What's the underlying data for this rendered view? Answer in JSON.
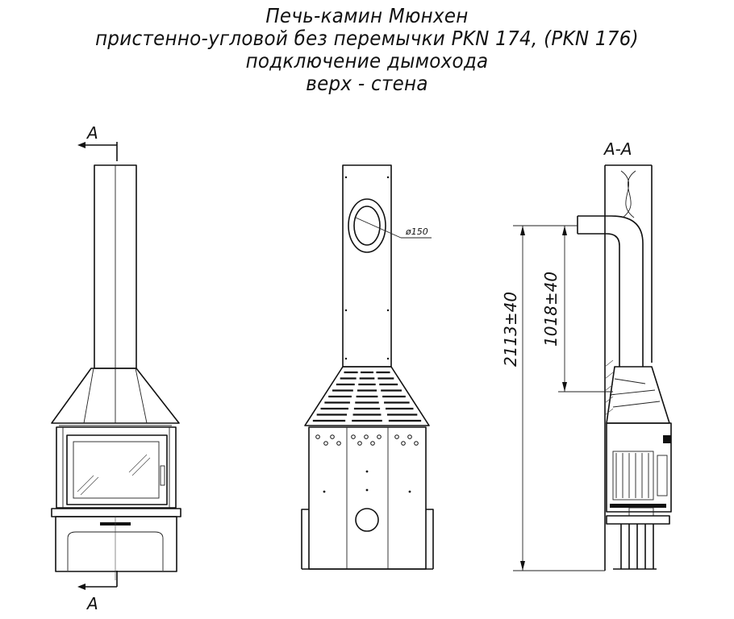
{
  "title": {
    "line1": "Печь-камин Мюнхен",
    "line2": "пристенно-угловой без перемычки PKN 174, (PKN 176)",
    "line3": "подключение дымохода",
    "line4": "верх - стена"
  },
  "labels": {
    "section_mark_top": "A",
    "section_mark_bottom": "A",
    "section_title": "A-A",
    "diameter": "ø150",
    "height_total": "2113±40",
    "height_flue": "1018±40"
  }
}
